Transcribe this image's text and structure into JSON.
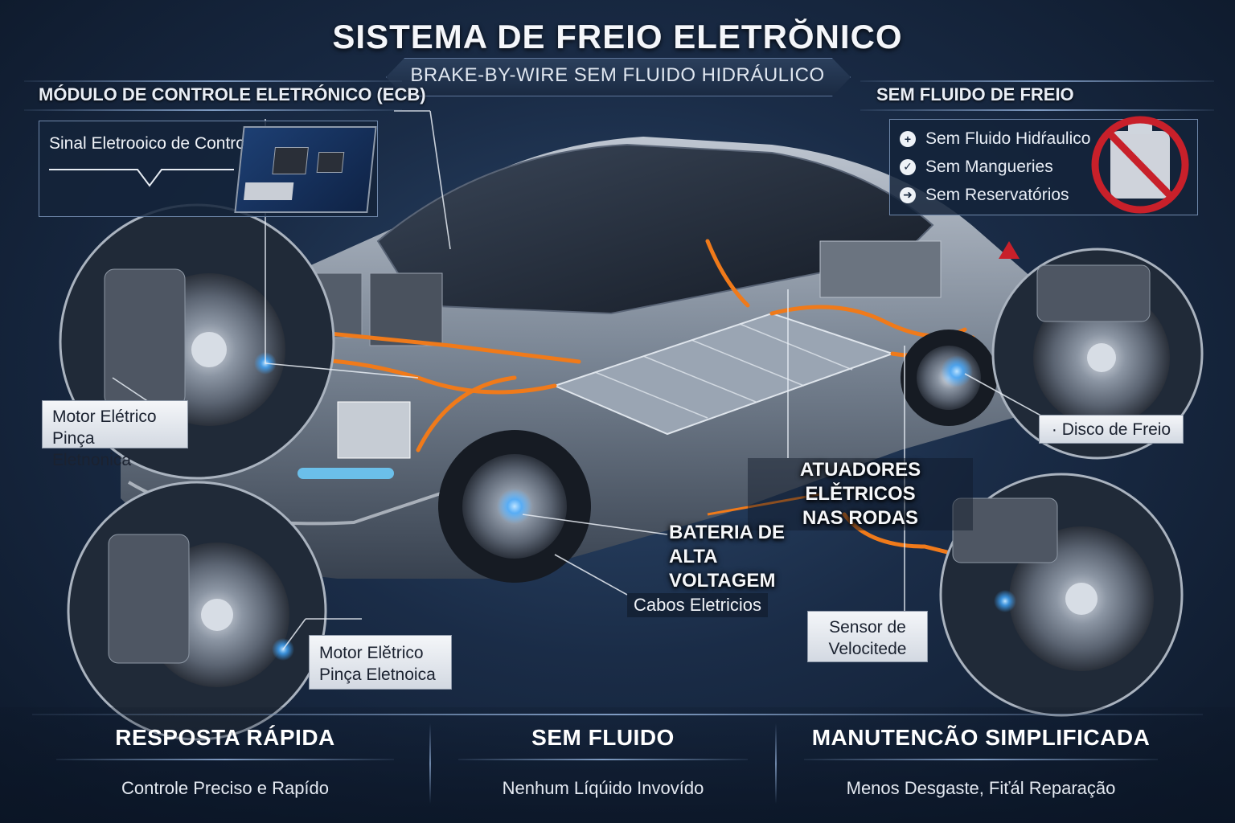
{
  "header": {
    "title": "SISTEMA DE FREIO ELETRŎNICO",
    "subtitle": "BRAKE-BY-WIRE SEM FLUIDO HIDRÁULICO"
  },
  "ecb": {
    "heading": "MÓDULO DE CONTROLE ELETRÓNICO (ECB)",
    "signal_label": "Sinal Eletrooico de Controle"
  },
  "no_fluid": {
    "heading": "SEM FLUIDO DE FREIO",
    "items": [
      {
        "icon": "plus-circle-icon",
        "label": "Sem Fluido Hidŕaulico"
      },
      {
        "icon": "check-circle-icon",
        "label": "Sem Mangueries"
      },
      {
        "icon": "arrow-circle-icon",
        "label": "Sem Reservatórios"
      }
    ],
    "badge_icon": "no-reservoir-icon"
  },
  "callouts": {
    "motor_top_line1": "Motor Elétrico",
    "motor_top_line2": "Pinça Eletnonica",
    "motor_bottom_line1": "Motor Elĕtrico",
    "motor_bottom_line2": "Pinça Eletnoica",
    "disc": "· Disco de Freio ·",
    "sensor_line1": "Sensor de",
    "sensor_line2": "Velocitede",
    "actuators_line1": "ATUADORES ELĚTRICOS",
    "actuators_line2": "NAS RODAS",
    "battery_line1": "BATERIA DE",
    "battery_line2": "ALTA VOLTAGEM",
    "cables": "Cabos Eletricios"
  },
  "features": [
    {
      "title": "RESPOSTA RÁPIDA",
      "subtitle": "Controle Preciso e Rapído"
    },
    {
      "title": "SEM FLUIDO",
      "subtitle": "Nenhum Líqúido Invovído"
    },
    {
      "title": "MANUTENCÃO SIMPLIFICADA",
      "subtitle": "Menos Desgaste, Fiťál Reparação"
    }
  ],
  "colors": {
    "background": "#1a2c47",
    "accent_orange": "#f07a1a",
    "accent_blue": "#3fa7ff",
    "warning_red": "#c8202a"
  }
}
